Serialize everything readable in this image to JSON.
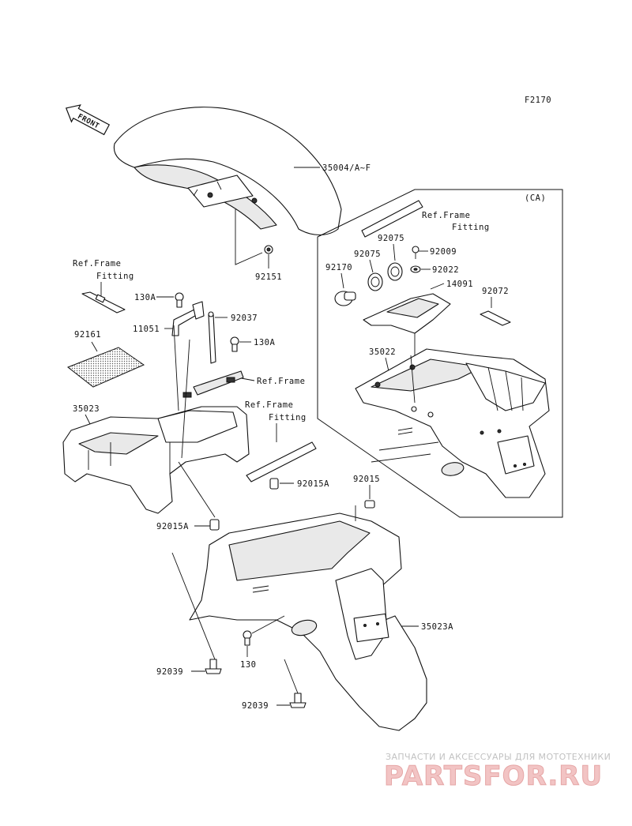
{
  "figure_code": "F2170",
  "front_label": "FRONT",
  "ca_label": "(CA)",
  "part_labels": {
    "p35004": "35004/A~F",
    "p92151": "92151",
    "p130A_1": "130A",
    "p11051": "11051",
    "p92037": "92037",
    "p130A_2": "130A",
    "p92161": "92161",
    "p35023": "35023",
    "p92015A_1": "92015A",
    "p92015A_2": "92015A",
    "p92015": "92015",
    "p35023A": "35023A",
    "p130": "130",
    "p92039_1": "92039",
    "p92039_2": "92039",
    "p92075_1": "92075",
    "p92075_2": "92075",
    "p92009": "92009",
    "p92170": "92170",
    "p92022": "92022",
    "p14091": "14091",
    "p92072": "92072",
    "p35022": "35022"
  },
  "ref_labels": {
    "ref_frame_fitting_left_1": "Ref.Frame",
    "ref_frame_fitting_left_2": "Fitting",
    "ref_frame": "Ref.Frame",
    "ref_frame_fitting_mid_1": "Ref.Frame",
    "ref_frame_fitting_mid_2": "Fitting",
    "ref_frame_fitting_ca_1": "Ref.Frame",
    "ref_frame_fitting_ca_2": "Fitting"
  },
  "watermark": {
    "tagline": "ЗАПЧАСТИ И АКСЕССУАРЫ ДЛЯ МОТОТЕХНИКИ",
    "brand": "PARTSFOR.RU"
  }
}
